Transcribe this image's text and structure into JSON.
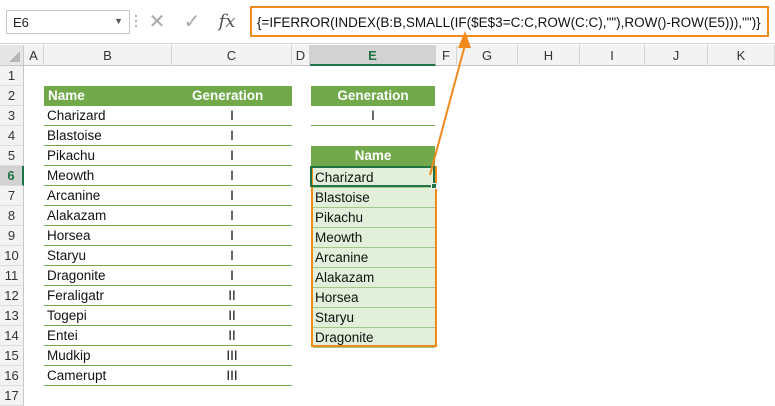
{
  "name_box": {
    "value": "E6"
  },
  "formula_bar": {
    "formula": "{=IFERROR(INDEX(B:B,SMALL(IF($E$3=C:C,ROW(C:C),\"\"),ROW()-ROW(E5))),\"\")}",
    "cancel_glyph": "✕",
    "enter_glyph": "✓",
    "fx_glyph": "fx"
  },
  "columns": [
    "A",
    "B",
    "C",
    "D",
    "E",
    "F",
    "G",
    "H",
    "I",
    "J",
    "K"
  ],
  "active_column": "E",
  "rows": [
    "1",
    "2",
    "3",
    "4",
    "5",
    "6",
    "7",
    "8",
    "9",
    "10",
    "11",
    "12",
    "13",
    "14",
    "15",
    "16",
    "17"
  ],
  "active_row": "6",
  "table": {
    "header_name": "Name",
    "header_generation": "Generation",
    "rows": [
      {
        "name": "Charizard",
        "generation": "I"
      },
      {
        "name": "Blastoise",
        "generation": "I"
      },
      {
        "name": "Pikachu",
        "generation": "I"
      },
      {
        "name": "Meowth",
        "generation": "I"
      },
      {
        "name": "Arcanine",
        "generation": "I"
      },
      {
        "name": "Alakazam",
        "generation": "I"
      },
      {
        "name": "Horsea",
        "generation": "I"
      },
      {
        "name": "Staryu",
        "generation": "I"
      },
      {
        "name": "Dragonite",
        "generation": "I"
      },
      {
        "name": "Feraligatr",
        "generation": "II"
      },
      {
        "name": "Togepi",
        "generation": "II"
      },
      {
        "name": "Entei",
        "generation": "II"
      },
      {
        "name": "Mudkip",
        "generation": "III"
      },
      {
        "name": "Camerupt",
        "generation": "III"
      }
    ]
  },
  "criteria": {
    "header": "Generation",
    "value": "I"
  },
  "results": {
    "header": "Name",
    "items": [
      "Charizard",
      "Blastoise",
      "Pikachu",
      "Meowth",
      "Arcanine",
      "Alakazam",
      "Horsea",
      "Staryu",
      "Dragonite"
    ]
  },
  "colors": {
    "header_green": "#71a94a",
    "highlight_orange": "#f08a1c",
    "result_fill": "#e2efda",
    "excel_green": "#217346"
  }
}
